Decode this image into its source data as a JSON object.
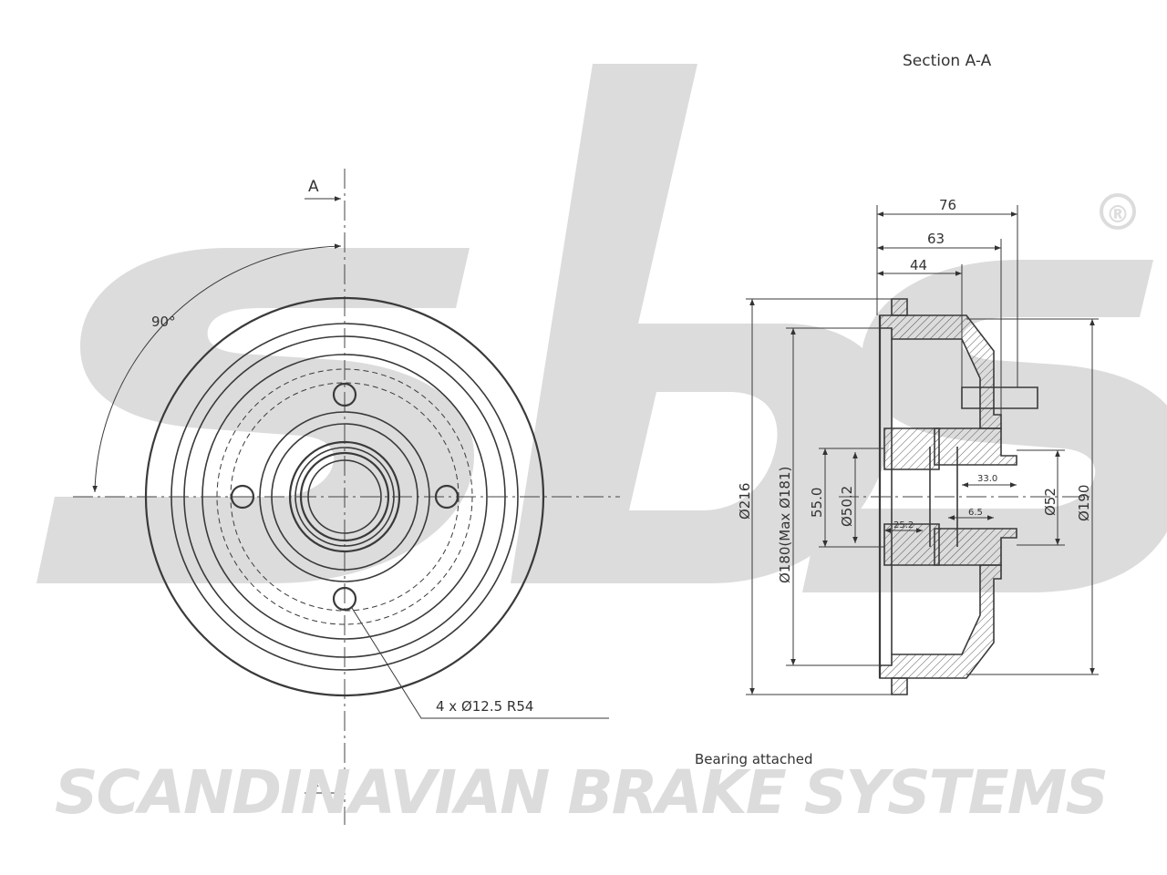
{
  "brand": {
    "logo_text": "sbs",
    "registered_mark": "®",
    "company_name": "SCANDINAVIAN BRAKE SYSTEMS"
  },
  "front_view": {
    "section_marker_top": "A",
    "section_marker_bottom": "A",
    "angle_label": "90°",
    "bolt_pattern_label": "4 x Ø12.5 R54"
  },
  "section_view": {
    "title": "Section A-A",
    "note": "Bearing attached",
    "dims": {
      "d76": "76",
      "d63": "63",
      "d44": "44",
      "d216": "Ø216",
      "d180": "Ø180(Max Ø181)",
      "d55": "55.0",
      "d50": "Ø50.2",
      "d52": "Ø52",
      "d190": "Ø190",
      "d33": "33.0",
      "d65": "6.5",
      "d25": "25.2"
    }
  }
}
